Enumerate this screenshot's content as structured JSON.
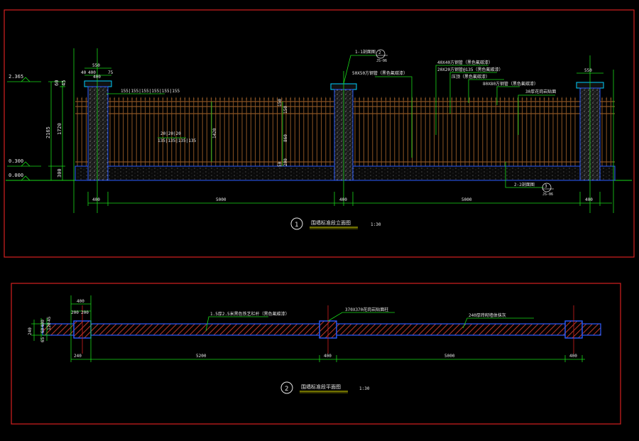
{
  "colors": {
    "frame": "#d42020",
    "dim": "#19d919",
    "white": "#e8e8e8",
    "blue": "#2a5bff",
    "brown": "#8a5424",
    "stone": "#9a9a9a",
    "cyan": "#00d0ff",
    "yellow": "#e0e000",
    "hatch": "#c0392b"
  },
  "elevation": {
    "left_levels": [
      "2.365",
      "0.300",
      "0.000"
    ],
    "height_dims": [
      "60",
      "45",
      "2165",
      "1720",
      "300"
    ],
    "top_dims": [
      "550",
      "400",
      "400",
      "75",
      "40",
      "155|155|155|155|155|155",
      "550"
    ],
    "mid_dims": [
      "20|20|20",
      "135|135|135|135",
      "1420",
      "150",
      "150",
      "860",
      "200",
      "50"
    ],
    "bottom_dims": [
      "400",
      "5000",
      "400",
      "5000",
      "400"
    ],
    "callouts": {
      "section1": "1-1剖面图",
      "section1_ref": "2",
      "section1_sheet": "JS-06",
      "railing_main": "50X50方钢管（黑色氟碳漆）",
      "railing_sq": "40X40方钢管（黑色氟碳漆）",
      "railing_flat": "20X20方钢管@135（黑色氟碳漆）",
      "cap": "压顶（黑色氟碳漆）",
      "base": "80X80方钢管（黑色氟碳漆）",
      "stone": "30厚花岗岩贴面",
      "section2": "2-2剖面图",
      "section2_ref": "3",
      "section2_sheet": "JS-06"
    },
    "title_num": "1",
    "title": "围墙标准段立面图",
    "scale": "1:30"
  },
  "plan": {
    "left_dims": [
      "240",
      "400",
      "60",
      "120",
      "65",
      "45"
    ],
    "top_dims": [
      "400",
      "200",
      "200"
    ],
    "callouts": {
      "left": "1.5厚2.5米黑色铁艺栏杆（黑色氟碳漆）",
      "mid": "370X370花岗岩贴面柱",
      "right": "240厚砖砌墙体抹灰"
    },
    "bottom_dims": [
      "240",
      "5200",
      "400",
      "5000",
      "400"
    ],
    "title_num": "2",
    "title": "围墙标准段平面图",
    "scale": "1:30"
  }
}
